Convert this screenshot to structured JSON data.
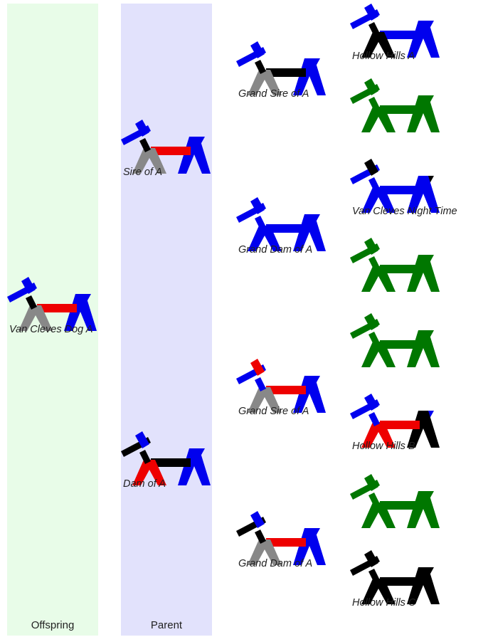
{
  "colors": {
    "offspring_bg": "#e8fce8",
    "parent_bg": "#e2e2fc",
    "blue": "#0000ee",
    "black": "#000000",
    "red": "#ee0000",
    "grey": "#888888",
    "green": "#007700"
  },
  "columns": {
    "offspring": "Offspring",
    "parent": "Parent"
  },
  "dogs": [
    {
      "key": "offspring",
      "label": "Van Cleves Dog A",
      "colors": {
        "head": "blue",
        "ear": "blue",
        "neck": "black",
        "front": "grey",
        "body": "red",
        "back": "blue",
        "tail": "blue"
      }
    },
    {
      "key": "sire",
      "label": "Sire of A",
      "colors": {
        "head": "blue",
        "ear": "blue",
        "neck": "black",
        "front": "grey",
        "body": "red",
        "back": "blue",
        "tail": "blue"
      }
    },
    {
      "key": "dam",
      "label": "Dam of A",
      "colors": {
        "head": "black",
        "ear": "blue",
        "neck": "black",
        "front": "red",
        "body": "black",
        "back": "blue",
        "tail": "blue"
      }
    },
    {
      "key": "gs1",
      "label": "Grand Sire of A",
      "colors": {
        "head": "blue",
        "ear": "blue",
        "neck": "black",
        "front": "grey",
        "body": "black",
        "back": "blue",
        "tail": "blue"
      }
    },
    {
      "key": "gd1",
      "label": "Grand Dam of A",
      "colors": {
        "head": "blue",
        "ear": "blue",
        "neck": "blue",
        "front": "blue",
        "body": "blue",
        "back": "blue",
        "tail": "blue"
      }
    },
    {
      "key": "gs2",
      "label": "Grand Sire of A",
      "colors": {
        "head": "blue",
        "ear": "red",
        "neck": "blue",
        "front": "grey",
        "body": "red",
        "back": "blue",
        "tail": "blue"
      }
    },
    {
      "key": "gd2",
      "label": "Grand Dam of A",
      "colors": {
        "head": "black",
        "ear": "blue",
        "neck": "black",
        "front": "grey",
        "body": "red",
        "back": "blue",
        "tail": "blue"
      }
    },
    {
      "key": "ggp1",
      "label": "Hollow Hills A",
      "colors": {
        "head": "blue",
        "ear": "blue",
        "neck": "black",
        "front": "black",
        "body": "blue",
        "back": "blue",
        "tail": "blue"
      }
    },
    {
      "key": "ggp2",
      "label": "",
      "colors": {
        "head": "green",
        "ear": "green",
        "neck": "green",
        "front": "green",
        "body": "green",
        "back": "green",
        "tail": "green"
      }
    },
    {
      "key": "ggp3",
      "label": "Van Cleves Night Time",
      "colors": {
        "head": "blue",
        "ear": "black",
        "neck": "blue",
        "front": "blue",
        "body": "blue",
        "back": "blue",
        "tail": "black"
      }
    },
    {
      "key": "ggp4",
      "label": "",
      "colors": {
        "head": "green",
        "ear": "green",
        "neck": "green",
        "front": "green",
        "body": "green",
        "back": "green",
        "tail": "green"
      }
    },
    {
      "key": "ggp5",
      "label": "",
      "colors": {
        "head": "green",
        "ear": "green",
        "neck": "green",
        "front": "green",
        "body": "green",
        "back": "green",
        "tail": "green"
      }
    },
    {
      "key": "ggp6",
      "label": "Hollow Hills B",
      "colors": {
        "head": "blue",
        "ear": "blue",
        "neck": "blue",
        "front": "red",
        "body": "red",
        "back": "black",
        "tail": "blue"
      }
    },
    {
      "key": "ggp7",
      "label": "",
      "colors": {
        "head": "green",
        "ear": "green",
        "neck": "green",
        "front": "green",
        "body": "green",
        "back": "green",
        "tail": "green"
      }
    },
    {
      "key": "ggp8",
      "label": "Hollow Hills C",
      "colors": {
        "head": "black",
        "ear": "black",
        "neck": "black",
        "front": "black",
        "body": "black",
        "back": "black",
        "tail": "black"
      }
    }
  ]
}
